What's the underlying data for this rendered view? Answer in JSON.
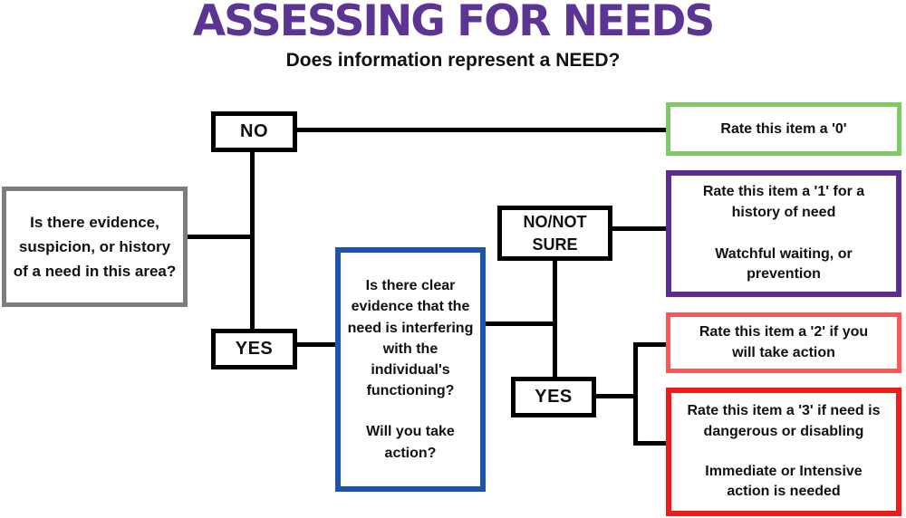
{
  "header": {
    "title": "ASSESSING FOR NEEDS",
    "subtitle": "Does information represent a NEED?"
  },
  "colors": {
    "title_purple": "#5c3494",
    "gray_border": "#7d7d7d",
    "blue_border": "#1d55ad",
    "green_border": "#7ecb63",
    "purple_border": "#5c2d91",
    "salmon_red_border": "#fb5757",
    "bright_red_border": "#ee1b1b",
    "connector_black": "#000000"
  },
  "nodes": {
    "question_evidence": {
      "text": "Is there evidence, suspicion, or history of a need in this area?"
    },
    "decision_no": {
      "label": "NO"
    },
    "decision_yes": {
      "label": "YES"
    },
    "question_interfering": {
      "paragraph1": "Is there clear evidence that the need is interfering with the individual's functioning?",
      "paragraph2": "Will you take action?"
    },
    "decision_no_not_sure": {
      "label": "NO/NOT SURE"
    },
    "decision_yes_2": {
      "label": "YES"
    },
    "outcome_rate_0": {
      "text": "Rate this item a '0'"
    },
    "outcome_rate_1": {
      "paragraph1": "Rate this item a '1' for a history of need",
      "paragraph2": "Watchful waiting, or prevention"
    },
    "outcome_rate_2": {
      "text": "Rate this item a '2' if you will take action"
    },
    "outcome_rate_3": {
      "paragraph1": "Rate this item a '3' if need is dangerous or disabling",
      "paragraph2": "Immediate or Intensive action is needed"
    }
  }
}
